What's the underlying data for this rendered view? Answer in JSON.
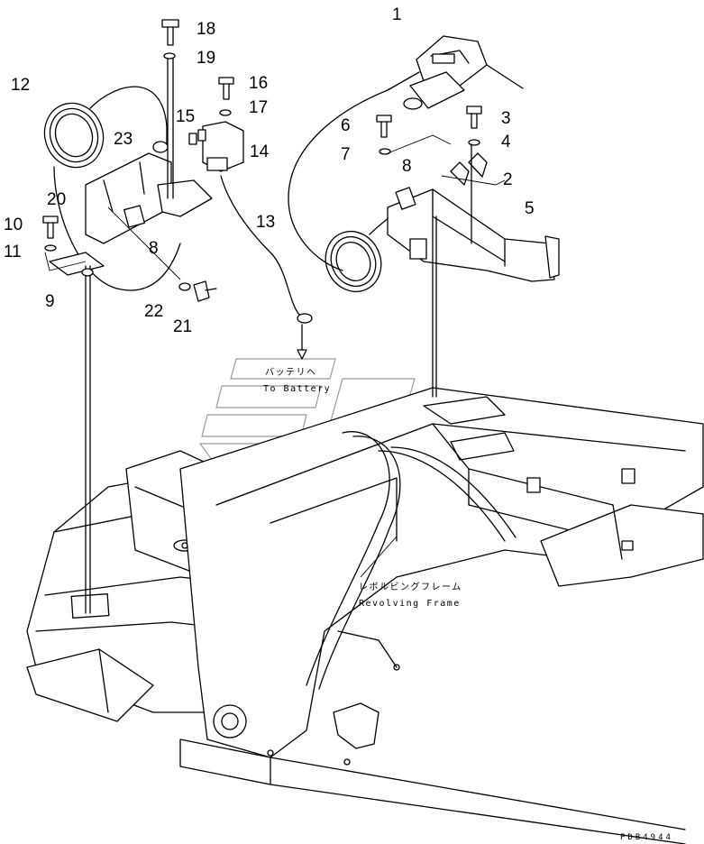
{
  "callouts": {
    "c1": "1",
    "c2": "2",
    "c3": "3",
    "c4": "4",
    "c5": "5",
    "c6": "6",
    "c7": "7",
    "c8a": "8",
    "c8b": "8",
    "c9": "9",
    "c10": "10",
    "c11": "11",
    "c12": "12",
    "c13": "13",
    "c14": "14",
    "c15": "15",
    "c16": "16",
    "c17": "17",
    "c18": "18",
    "c19": "19",
    "c20": "20",
    "c21": "21",
    "c22": "22",
    "c23": "23"
  },
  "notes": {
    "battery_jp": "バッテリヘ",
    "battery_en": "To Battery",
    "frame_jp": "レボルビングフレーム",
    "frame_en": "Revolving Frame"
  },
  "drawing_code": "PDB4944"
}
